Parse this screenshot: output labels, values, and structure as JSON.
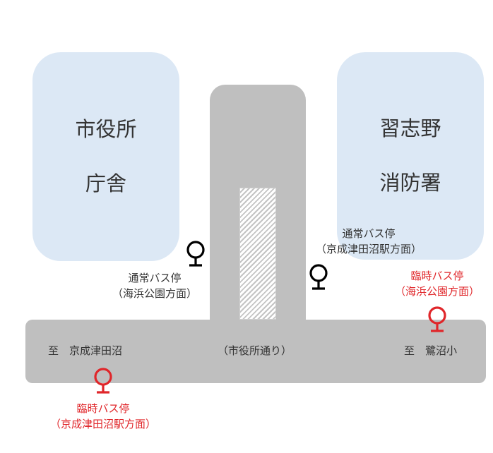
{
  "buildings": {
    "city_hall": {
      "line1": "市役所",
      "line2": "庁舎"
    },
    "fire_dept": {
      "line1": "習志野",
      "line2": "消防署"
    }
  },
  "road_labels": {
    "to_left": "至　京成津田沼",
    "to_right": "至　鷺沼小",
    "street_name": "（市役所通り）"
  },
  "bus_stops": {
    "regular_left": {
      "line1": "通常バス停",
      "line2": "（海浜公園方面）",
      "color": "#000000"
    },
    "regular_right": {
      "line1": "通常バス停",
      "line2": "（京成津田沼駅方面）",
      "color": "#000000"
    },
    "temp_right": {
      "line1": "臨時バス停",
      "line2": "（海浜公園方面）",
      "color": "#e0262a"
    },
    "temp_left": {
      "line1": "臨時バス停",
      "line2": "（京成津田沼駅方面）",
      "color": "#e0262a"
    }
  },
  "colors": {
    "building_fill": "#dce8f5",
    "road_fill": "#bfbfbf",
    "regular_stop": "#000000",
    "temporary_stop": "#e0262a"
  }
}
